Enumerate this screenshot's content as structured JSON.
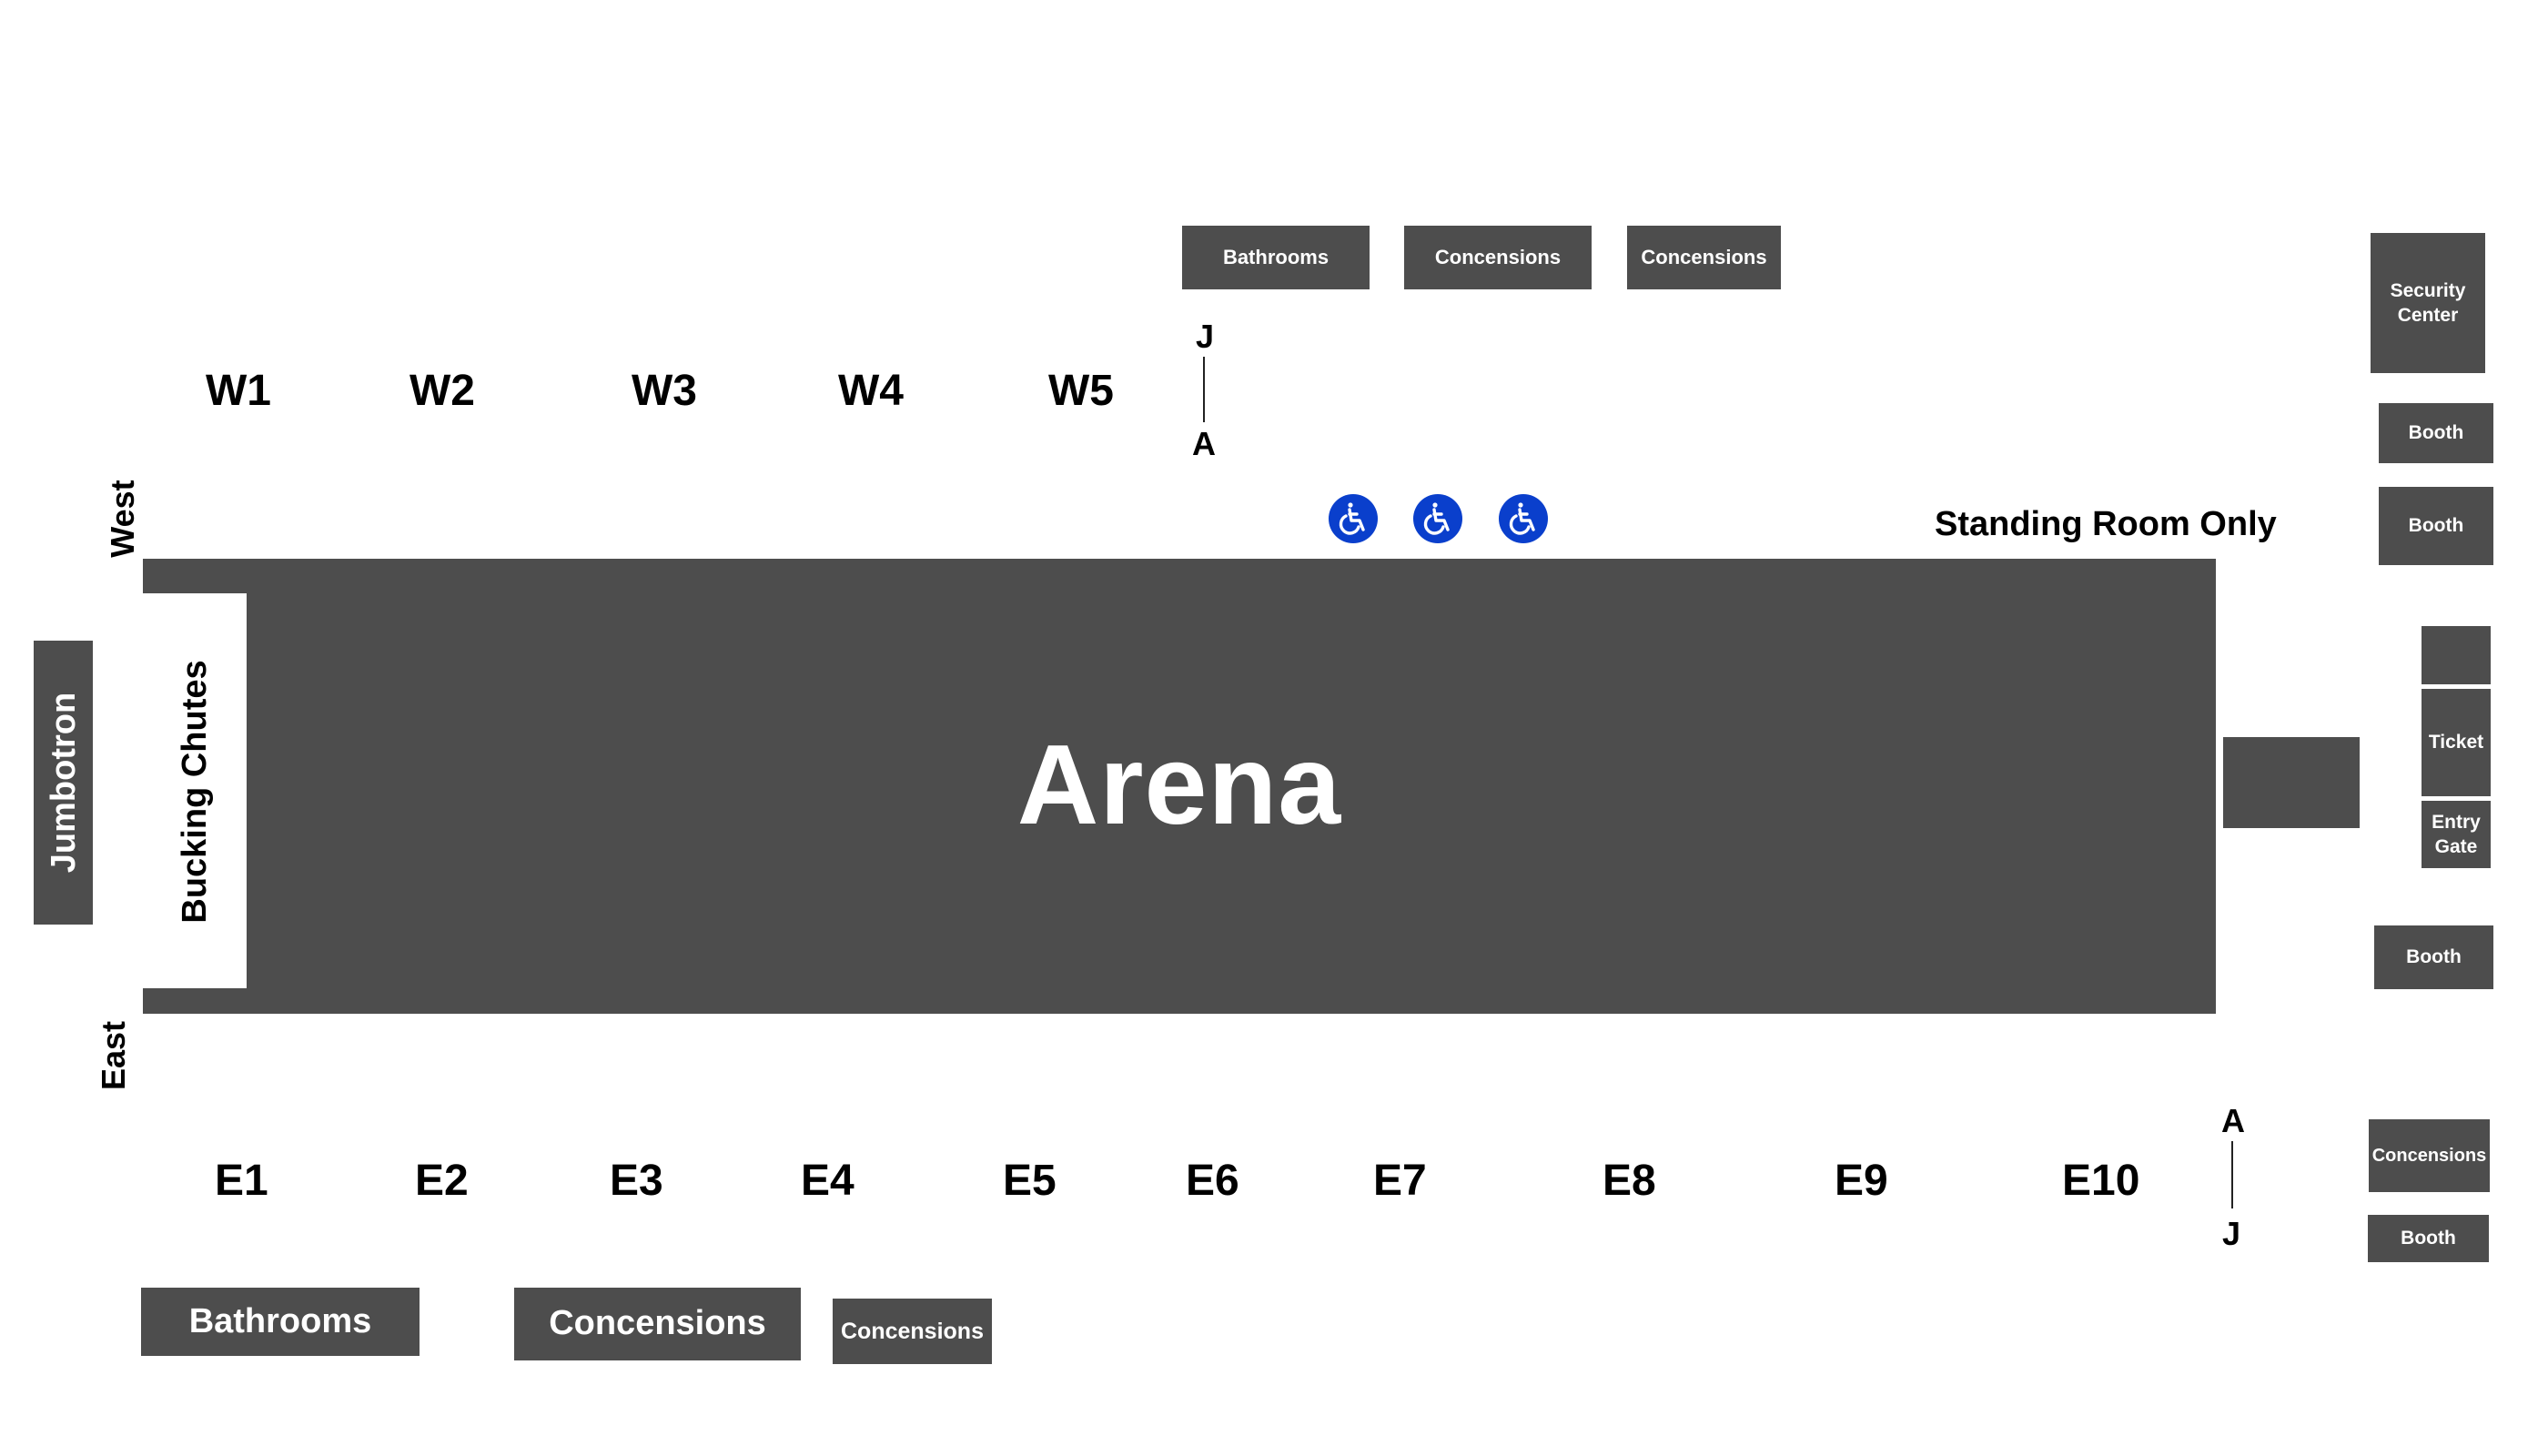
{
  "arena": {
    "label": "Arena"
  },
  "chutes": {
    "label": "Bucking Chutes"
  },
  "jumbotron": {
    "label": "Jumbotron"
  },
  "directions": {
    "west": "West",
    "east": "East"
  },
  "standing_room": "Standing Room Only",
  "west_sections": [
    "W1",
    "W2",
    "W3",
    "W4",
    "W5"
  ],
  "east_sections": [
    "E1",
    "E2",
    "E3",
    "E4",
    "E5",
    "E6",
    "E7",
    "E8",
    "E9",
    "E10"
  ],
  "row_markers": {
    "top_start": "J",
    "top_end": "A",
    "bottom_start": "A",
    "bottom_end": "J"
  },
  "top_facilities": [
    "Bathrooms",
    "Concensions",
    "Concensions"
  ],
  "right_facilities": {
    "security": "Security\nCenter",
    "booth1": "Booth",
    "booth2": "Booth",
    "ticket": "Ticket",
    "entry": "Entry\nGate",
    "booth3": "Booth",
    "concessions": "Concensions",
    "booth4": "Booth"
  },
  "bottom_facilities": [
    "Bathrooms",
    "Concensions",
    "Concensions"
  ],
  "accessible_icons": [
    "wheelchair-icon",
    "wheelchair-icon",
    "wheelchair-icon"
  ],
  "colors": {
    "structure": "#4d4d4d",
    "accessible": "#0a3fcc",
    "background": "#ffffff"
  }
}
